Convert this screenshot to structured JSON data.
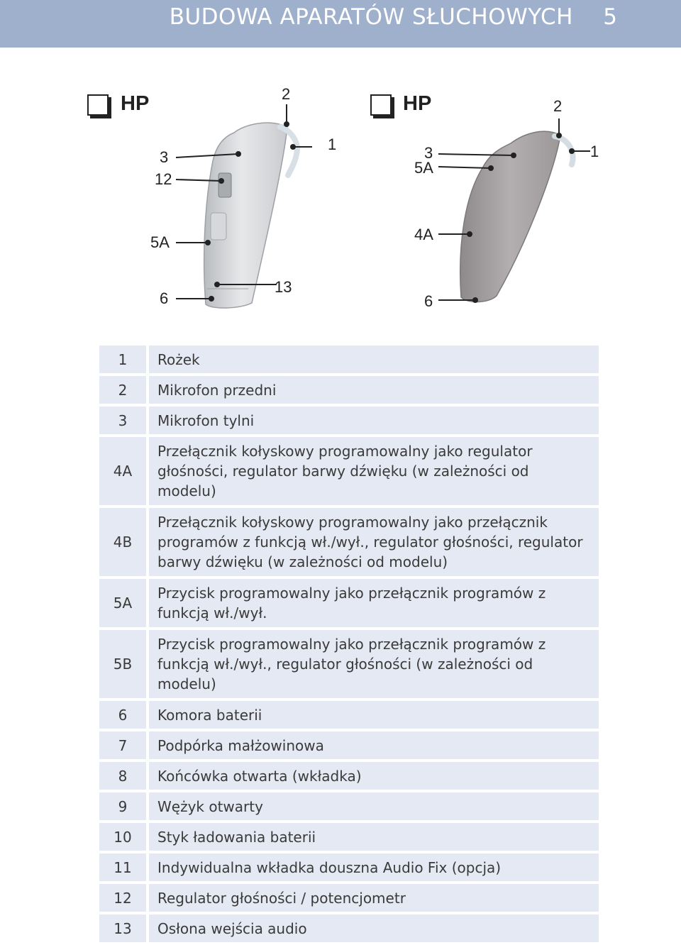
{
  "header": {
    "title": "BUDOWA APARATÓW SŁUCHOWYCH",
    "page_number": "5"
  },
  "figure": {
    "left_device": {
      "label": "HP",
      "callouts": [
        "2",
        "1",
        "3",
        "12",
        "5A",
        "6",
        "13"
      ]
    },
    "right_device": {
      "label": "HP",
      "callouts": [
        "2",
        "1",
        "3",
        "5A",
        "4A",
        "6"
      ]
    }
  },
  "legend": [
    {
      "num": "1",
      "text": "Rożek"
    },
    {
      "num": "2",
      "text": "Mikrofon przedni"
    },
    {
      "num": "3",
      "text": "Mikrofon tylni"
    },
    {
      "num": "4A",
      "text": "Przełącznik kołyskowy programowalny jako regulator głośności, regulator barwy dźwięku (w zależności od modelu)"
    },
    {
      "num": "4B",
      "text": "Przełącznik kołyskowy programowalny jako przełącznik programów z funkcją wł./wył., regulator głośności, regulator barwy dźwięku (w zależności od modelu)"
    },
    {
      "num": "5A",
      "text": "Przycisk programowalny jako przełącznik programów z funkcją wł./wył."
    },
    {
      "num": "5B",
      "text": "Przycisk programowalny jako przełącznik programów z funkcją wł./wył., regulator głośności (w zależności od modelu)"
    },
    {
      "num": "6",
      "text": "Komora baterii"
    },
    {
      "num": "7",
      "text": "Podpórka małżowinowa"
    },
    {
      "num": "8",
      "text": "Końcówka otwarta (wkładka)"
    },
    {
      "num": "9",
      "text": "Wężyk otwarty"
    },
    {
      "num": "10",
      "text": "Styk ładowania baterii"
    },
    {
      "num": "11",
      "text": "Indywidualna wkładka douszna Audio Fix (opcja)"
    },
    {
      "num": "12",
      "text": "Regulator głośności / potencjometr"
    },
    {
      "num": "13",
      "text": "Osłona wejścia audio"
    }
  ]
}
